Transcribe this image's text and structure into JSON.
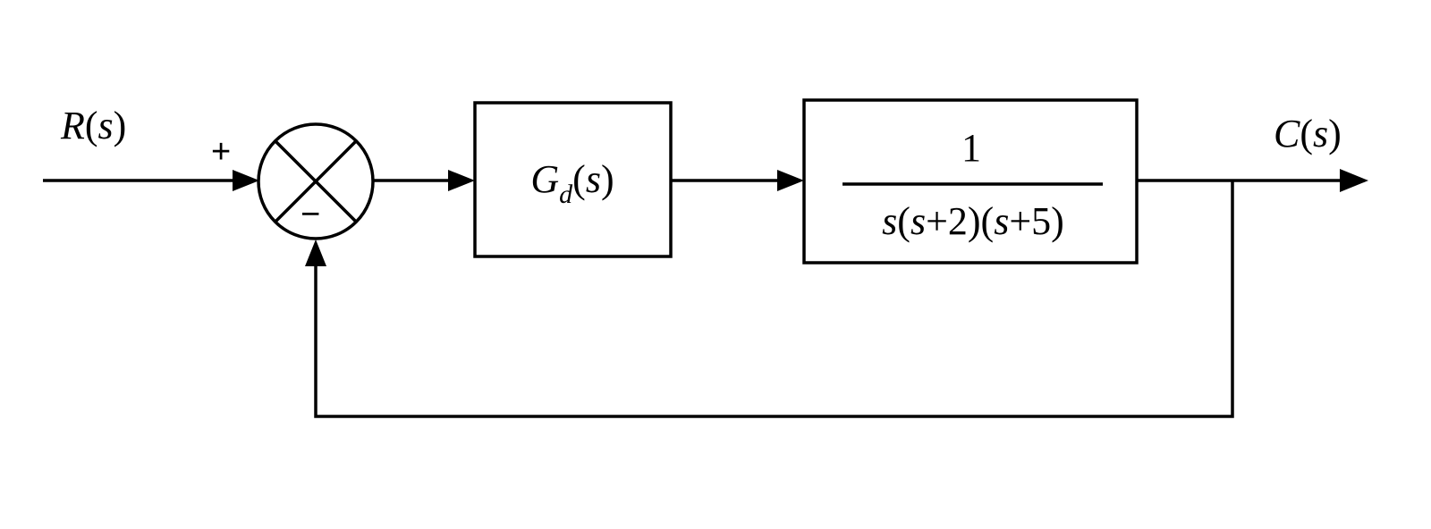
{
  "input_signal": {
    "fn": "R",
    "arg": "s"
  },
  "output_signal": {
    "fn": "C",
    "arg": "s"
  },
  "summing_junction": {
    "plus_sign": "+",
    "minus_sign": "−"
  },
  "controller_block": {
    "fn": "G",
    "subscript": "d",
    "arg": "s"
  },
  "plant_block": {
    "numerator": "1",
    "denominator": {
      "var": "s",
      "factor1_const": "2",
      "factor2_const": "5",
      "op": "+"
    }
  },
  "colors": {
    "stroke": "#000000",
    "background": "#ffffff"
  }
}
